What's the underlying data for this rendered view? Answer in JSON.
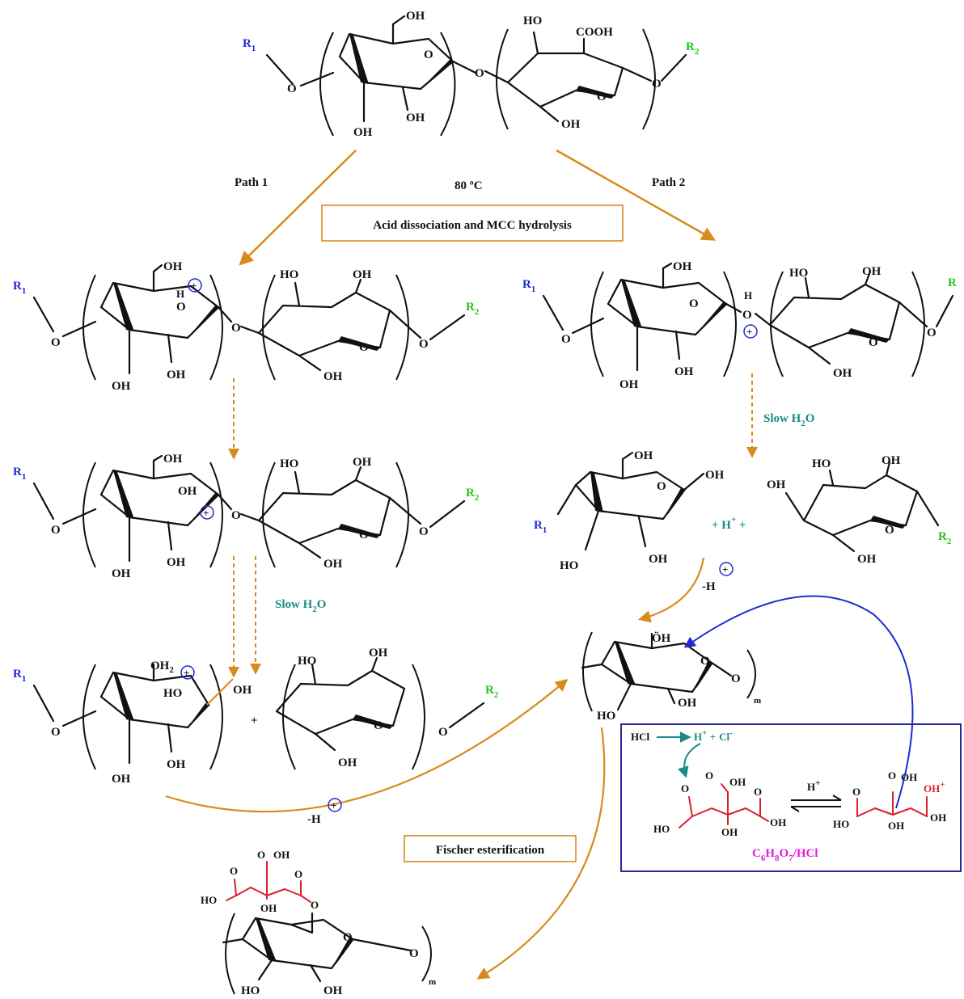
{
  "colors": {
    "orange": "#d98a1d",
    "blue": "#1f2bd1",
    "green": "#29c41f",
    "magenta": "#e21ad9",
    "red": "#d9212e",
    "teal": "#1b8a8a",
    "navy": "#2a2a9a",
    "black": "#111111"
  },
  "labels": {
    "R1": "R",
    "R1_sub": "1",
    "R2": "R",
    "R2_sub": "2",
    "path1": "Path 1",
    "path2": "Path 2",
    "temp": "80 ºC",
    "acid_box": "Acid dissociation and MCC hydrolysis",
    "slow_h2o_main": "Slow H",
    "slow_h2o_sub": "2",
    "slow_h2o_end": "O",
    "fischer_box": "Fischer esterification",
    "minus_h": "-H",
    "plus": "+",
    "h_plus_mid": "+ H",
    "h_plus_sup": "+",
    "h_plus_end": " +",
    "m": "m",
    "hcl": "HCl",
    "h": "H",
    "cl": "Cl",
    "cl_sup": "-",
    "eq_h": "H",
    "eq_sup": "+",
    "formula_c": "C",
    "formula_6": "6",
    "formula_h": "H",
    "formula_8": "8",
    "formula_o": "O",
    "formula_7": "7",
    "formula_tail": "/HCl"
  },
  "groups": {
    "OH": "OH",
    "HO": "HO",
    "O": "O",
    "COOH": "COOH",
    "OH2": "OH",
    "OH2_sub": "2",
    "H": "H",
    "OHplus": "OH",
    "OHplus_sup": "+",
    "Odots": "ÖH"
  },
  "plus_sign": "+"
}
